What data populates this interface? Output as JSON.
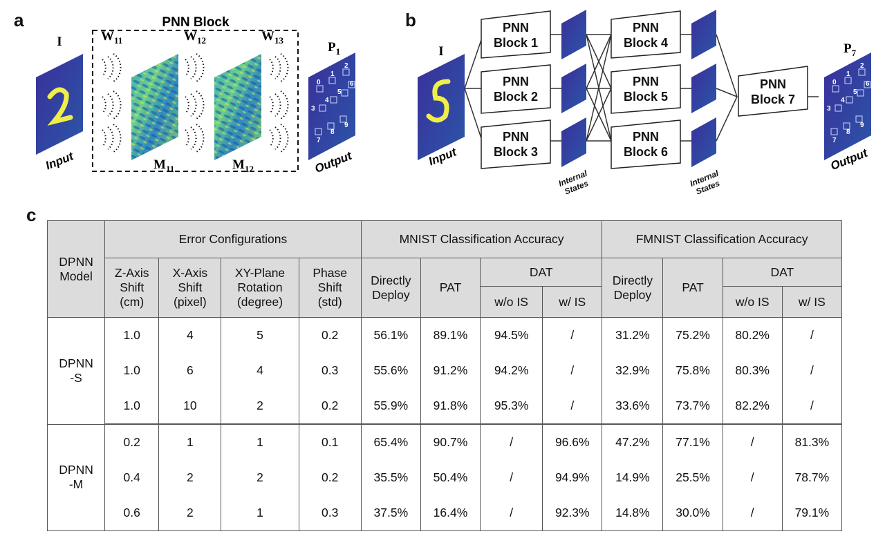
{
  "panel_a": {
    "label": "a",
    "block_title": "PNN Block",
    "input_symbol": "I",
    "input_caption": "Input",
    "output_symbol": "P",
    "output_sub": "1",
    "output_caption": "Output",
    "weights": [
      {
        "sym": "W",
        "sub": "11"
      },
      {
        "sym": "W",
        "sub": "12"
      },
      {
        "sym": "W",
        "sub": "13"
      }
    ],
    "masks": [
      {
        "sym": "M",
        "sub": "11"
      },
      {
        "sym": "M",
        "sub": "12"
      }
    ],
    "digits": [
      "0",
      "1",
      "2",
      "3",
      "4",
      "5",
      "6",
      "7",
      "8",
      "9"
    ]
  },
  "panel_b": {
    "label": "b",
    "input_symbol": "I",
    "input_caption": "Input",
    "output_symbol": "P",
    "output_sub": "7",
    "output_caption": "Output",
    "block_word": "PNN",
    "blocks": [
      "Block 1",
      "Block 2",
      "Block 3",
      "Block 4",
      "Block 5",
      "Block 6",
      "Block 7"
    ],
    "internal_states_1": "Internal",
    "internal_states_2": "States",
    "digits": [
      "0",
      "1",
      "2",
      "3",
      "4",
      "5",
      "6",
      "7",
      "8",
      "9"
    ]
  },
  "panel_c": {
    "label": "c",
    "headers": {
      "model": "DPNN Model",
      "error_configs": "Error Configurations",
      "mnist": "MNIST Classification Accuracy",
      "fmnist": "FMNIST Classification Accuracy",
      "z_shift": "Z-Axis Shift (cm)",
      "x_shift": "X-Axis Shift (pixel)",
      "xy_rot": "XY-Plane Rotation (degree)",
      "phase": "Phase Shift (std)",
      "direct": "Directly Deploy",
      "pat": "PAT",
      "dat": "DAT",
      "wo_is": "w/o IS",
      "w_is": "w/ IS"
    },
    "groups": [
      {
        "model": "DPNN -S",
        "rows": [
          [
            "1.0",
            "4",
            "5",
            "0.2",
            "56.1%",
            "89.1%",
            "94.5%",
            "/",
            "31.2%",
            "75.2%",
            "80.2%",
            "/"
          ],
          [
            "1.0",
            "6",
            "4",
            "0.3",
            "55.6%",
            "91.2%",
            "94.2%",
            "/",
            "32.9%",
            "75.8%",
            "80.3%",
            "/"
          ],
          [
            "1.0",
            "10",
            "2",
            "0.2",
            "55.9%",
            "91.8%",
            "95.3%",
            "/",
            "33.6%",
            "73.7%",
            "82.2%",
            "/"
          ]
        ]
      },
      {
        "model": "DPNN -M",
        "rows": [
          [
            "0.2",
            "1",
            "1",
            "0.1",
            "65.4%",
            "90.7%",
            "/",
            "96.6%",
            "47.2%",
            "77.1%",
            "/",
            "81.3%"
          ],
          [
            "0.4",
            "2",
            "2",
            "0.2",
            "35.5%",
            "50.4%",
            "/",
            "94.9%",
            "14.9%",
            "25.5%",
            "/",
            "78.7%"
          ],
          [
            "0.6",
            "2",
            "1",
            "0.3",
            "37.5%",
            "16.4%",
            "/",
            "92.3%",
            "14.8%",
            "30.0%",
            "/",
            "79.1%"
          ]
        ]
      }
    ]
  }
}
